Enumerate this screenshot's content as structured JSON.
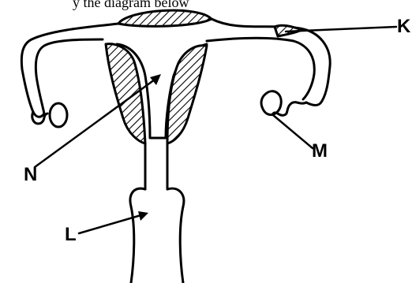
{
  "header": {
    "caption": "y the diagram below"
  },
  "labels": {
    "K": "K",
    "M": "M",
    "N": "N",
    "L": "L"
  },
  "colors": {
    "ink": "#000000",
    "paper": "#ffffff"
  }
}
